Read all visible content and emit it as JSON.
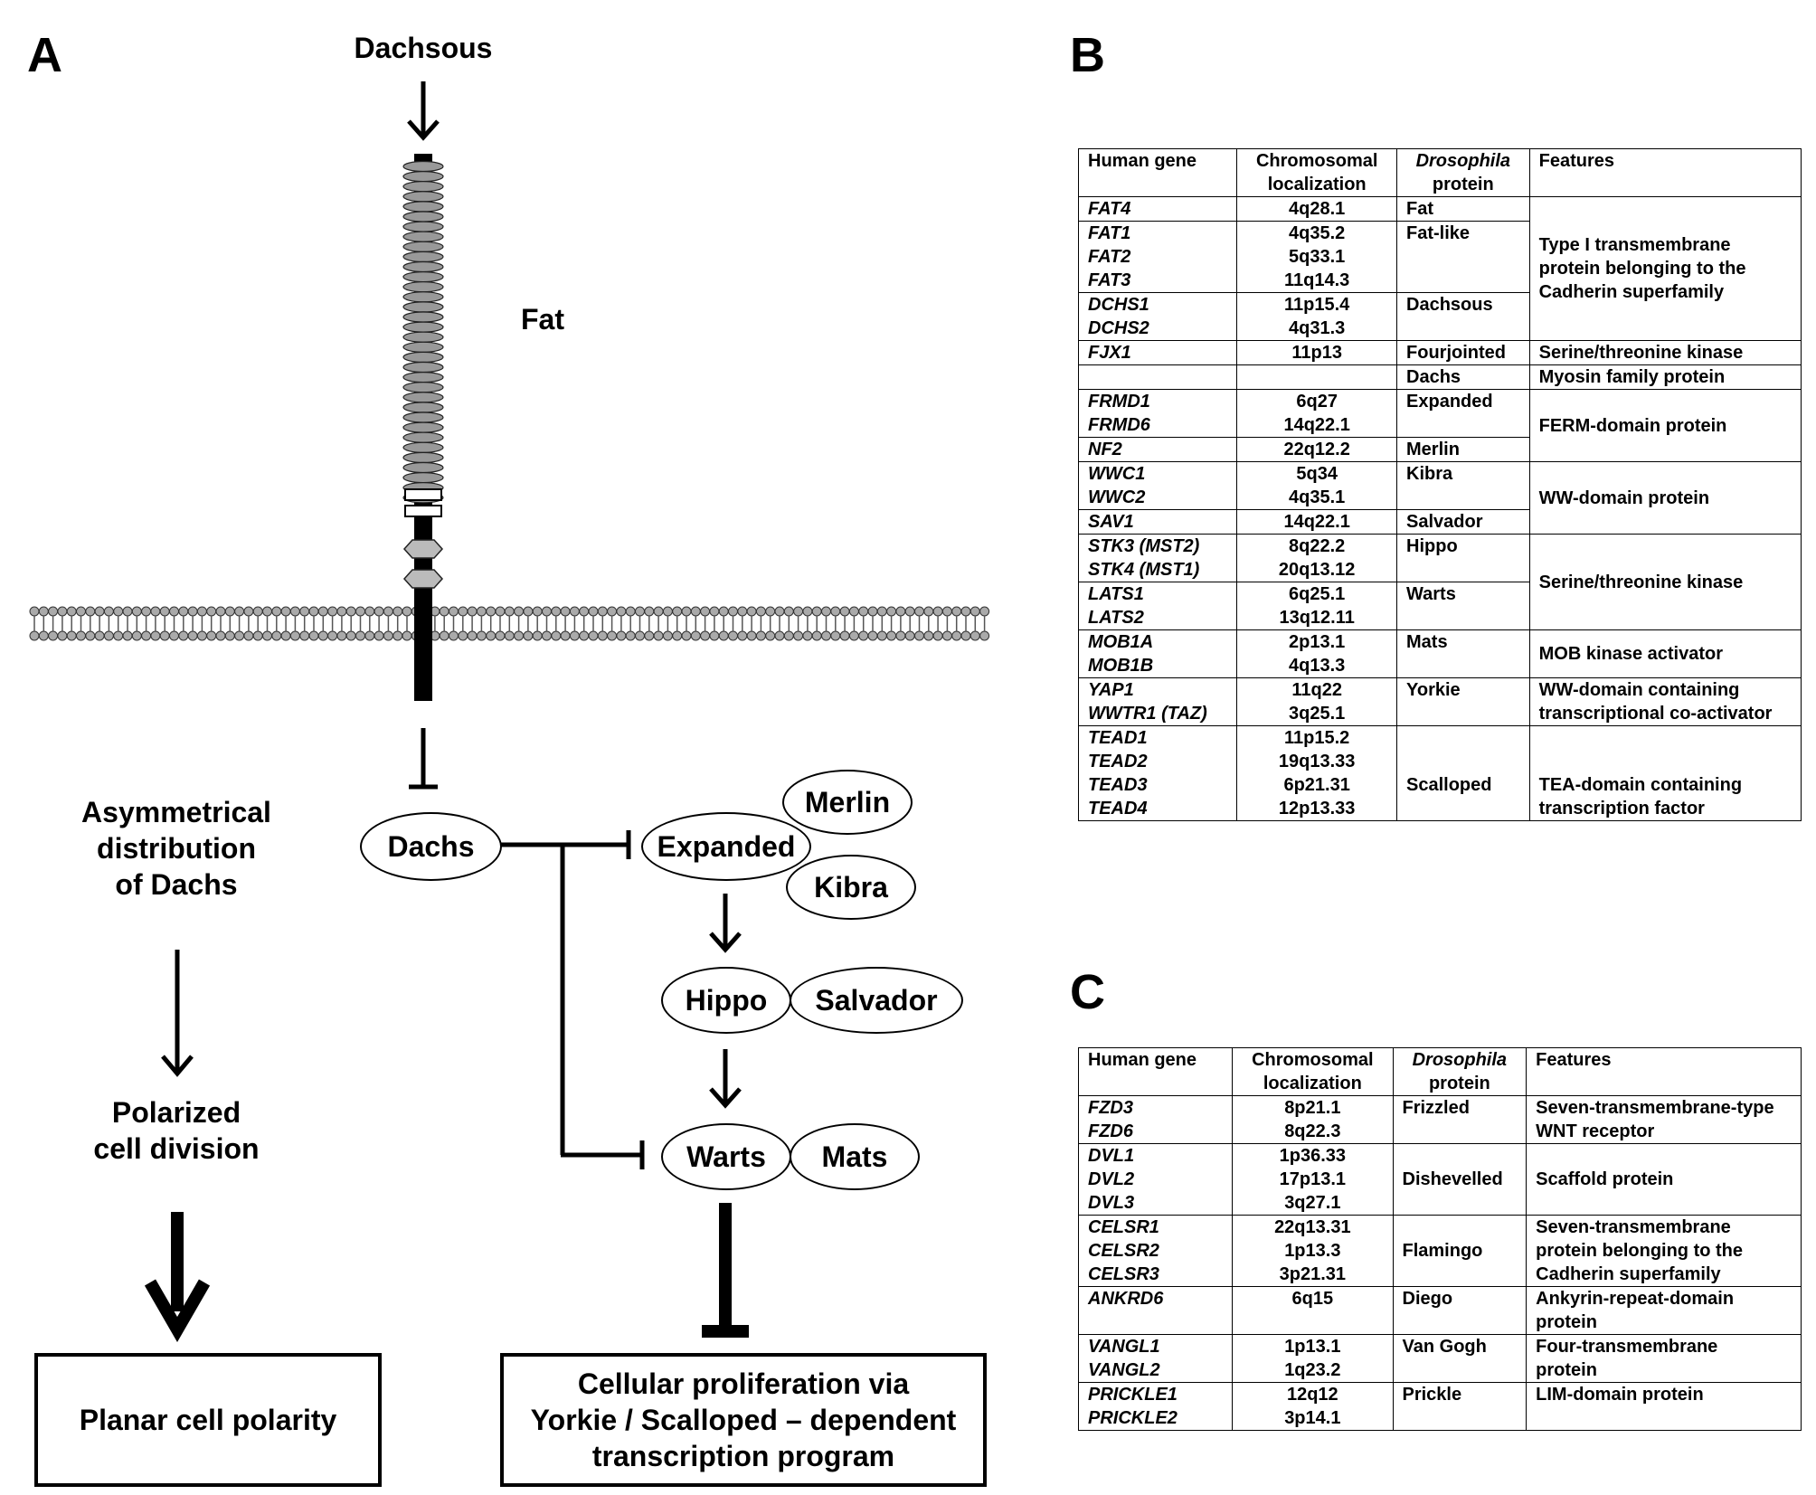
{
  "panels": {
    "a": "A",
    "b": "B",
    "c": "C"
  },
  "diagram": {
    "dachsous": "Dachsous",
    "fat": "Fat",
    "dachs": "Dachs",
    "expanded": "Expanded",
    "merlin": "Merlin",
    "kibra": "Kibra",
    "hippo": "Hippo",
    "salvador": "Salvador",
    "warts": "Warts",
    "mats": "Mats",
    "asym_lines": [
      "Asymmetrical",
      "distribution",
      "of  Dachs"
    ],
    "polarized_lines": [
      "Polarized",
      "cell  division"
    ],
    "pcp_box": "Planar  cell polarity",
    "prolif_lines": [
      "Cellular  proliferation  via",
      "Yorkie / Scalloped – dependent",
      "transcription  program"
    ]
  },
  "table_b": {
    "headers": [
      {
        "lines": [
          "Human gene"
        ]
      },
      {
        "lines": [
          "Chromosomal",
          "localization"
        ]
      },
      {
        "lines": [
          "Drosophila",
          "protein"
        ],
        "italic_first": true
      },
      {
        "lines": [
          "Features"
        ]
      }
    ],
    "groups": [
      {
        "genes": [
          "FAT4"
        ],
        "loci": [
          "4q28.1"
        ],
        "protein": [
          "Fat"
        ]
      },
      {
        "genes": [
          "FAT1",
          "FAT2",
          "FAT3"
        ],
        "loci": [
          "4q35.2",
          "5q33.1",
          "11q14.3"
        ],
        "protein": [
          "Fat-like"
        ]
      },
      {
        "genes": [
          "DCHS1",
          "DCHS2"
        ],
        "loci": [
          "11p15.4",
          "4q31.3"
        ],
        "protein": [
          "Dachsous"
        ]
      },
      {
        "genes": [
          "FJX1"
        ],
        "loci": [
          "11p13"
        ],
        "protein": [
          "Fourjointed"
        ]
      },
      {
        "genes": [
          ""
        ],
        "loci": [
          ""
        ],
        "protein": [
          "Dachs"
        ]
      },
      {
        "genes": [
          "FRMD1",
          "FRMD6"
        ],
        "loci": [
          "6q27",
          "14q22.1"
        ],
        "protein": [
          "Expanded"
        ]
      },
      {
        "genes": [
          "NF2"
        ],
        "loci": [
          "22q12.2"
        ],
        "protein": [
          "Merlin"
        ]
      },
      {
        "genes": [
          "WWC1",
          "WWC2"
        ],
        "loci": [
          "5q34",
          "4q35.1"
        ],
        "protein": [
          "Kibra"
        ]
      },
      {
        "genes": [
          "SAV1"
        ],
        "loci": [
          "14q22.1"
        ],
        "protein": [
          "Salvador"
        ]
      },
      {
        "genes": [
          "STK3 (MST2)",
          "STK4 (MST1)"
        ],
        "loci": [
          "8q22.2",
          "20q13.12"
        ],
        "protein": [
          "Hippo"
        ]
      },
      {
        "genes": [
          "LATS1",
          "LATS2"
        ],
        "loci": [
          "6q25.1",
          "13q12.11"
        ],
        "protein": [
          "Warts"
        ]
      },
      {
        "genes": [
          "MOB1A",
          "MOB1B"
        ],
        "loci": [
          "2p13.1",
          "4q13.3"
        ],
        "protein": [
          "Mats"
        ]
      },
      {
        "genes": [
          "YAP1",
          "WWTR1 (TAZ)"
        ],
        "loci": [
          "11q22",
          "3q25.1"
        ],
        "protein": [
          "Yorkie"
        ]
      },
      {
        "genes": [
          "TEAD1",
          "TEAD2",
          "TEAD3",
          "TEAD4"
        ],
        "loci": [
          "11p15.2",
          "19q13.33",
          "6p21.31",
          "12p13.33"
        ],
        "protein": [
          "",
          "",
          "Scalloped",
          ""
        ]
      }
    ],
    "features": [
      {
        "span": 3,
        "lines": [
          "",
          "Type I transmembrane",
          "protein belonging to the",
          "Cadherin superfamily",
          ""
        ]
      },
      {
        "span": 1,
        "lines": [
          "Serine/threonine kinase"
        ]
      },
      {
        "span": 1,
        "lines": [
          "Myosin family protein"
        ]
      },
      {
        "span": 2,
        "lines": [
          "",
          "FERM-domain protein",
          ""
        ]
      },
      {
        "span": 2,
        "lines": [
          "",
          "WW-domain protein",
          ""
        ]
      },
      {
        "span": 2,
        "lines": [
          "",
          "Serine/threonine kinase",
          ""
        ]
      },
      {
        "span": 1,
        "lines": [
          "MOB kinase activator"
        ]
      },
      {
        "span": 1,
        "lines": [
          "WW-domain containing",
          "transcriptional co-activator"
        ]
      },
      {
        "span": 1,
        "lines": [
          "",
          "",
          "TEA-domain containing",
          "transcription factor"
        ]
      }
    ]
  },
  "table_c": {
    "headers": [
      {
        "lines": [
          "Human gene"
        ]
      },
      {
        "lines": [
          "Chromosomal",
          "localization"
        ]
      },
      {
        "lines": [
          "Drosophila",
          "protein"
        ],
        "italic_first": true
      },
      {
        "lines": [
          "Features"
        ]
      }
    ],
    "groups": [
      {
        "genes": [
          "FZD3",
          "FZD6"
        ],
        "loci": [
          "8p21.1",
          "8q22.3"
        ],
        "protein": [
          "Frizzled"
        ],
        "features": [
          "Seven-transmembrane-type",
          "WNT receptor"
        ]
      },
      {
        "genes": [
          "DVL1",
          "DVL2",
          "DVL3"
        ],
        "loci": [
          "1p36.33",
          "17p13.1",
          "3q27.1"
        ],
        "protein": [
          "",
          "Dishevelled"
        ],
        "features": [
          "",
          "Scaffold protein"
        ]
      },
      {
        "genes": [
          "CELSR1",
          "CELSR2",
          "CELSR3"
        ],
        "loci": [
          "22q13.31",
          "1p13.3",
          "3p21.31"
        ],
        "protein": [
          "",
          "Flamingo"
        ],
        "features": [
          "Seven-transmembrane",
          "protein belonging to the",
          "Cadherin superfamily"
        ]
      },
      {
        "genes": [
          "ANKRD6"
        ],
        "loci": [
          "6q15"
        ],
        "protein": [
          "Diego"
        ],
        "features": [
          "Ankyrin-repeat-domain",
          "protein"
        ]
      },
      {
        "genes": [
          "VANGL1",
          "VANGL2"
        ],
        "loci": [
          "1p13.1",
          "1q23.2"
        ],
        "protein": [
          "Van Gogh"
        ],
        "features": [
          "Four-transmembrane",
          "protein"
        ]
      },
      {
        "genes": [
          "PRICKLE1",
          "PRICKLE2"
        ],
        "loci": [
          "12q12",
          "3p14.1"
        ],
        "protein": [
          "Prickle"
        ],
        "features": [
          "LIM-domain protein"
        ]
      }
    ]
  }
}
